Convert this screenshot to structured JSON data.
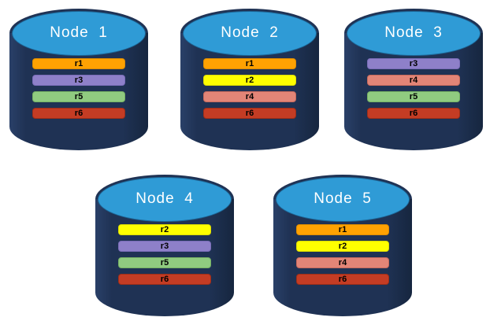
{
  "diagram": {
    "colors": {
      "background": "#FFFFFF",
      "cylinder_body": "#1F3254",
      "cylinder_body_light": "#2A4068",
      "cylinder_body_dark": "#16263F",
      "cylinder_top": "#2F9BD6",
      "title_text": "#FFFFFF",
      "bar_text": "#000000"
    },
    "replica_colors": {
      "r1": {
        "fill": "#FFA202",
        "border": "#DE8C00"
      },
      "r2": {
        "fill": "#FFFF00",
        "border": "#DCDC00"
      },
      "r3": {
        "fill": "#8E80C9",
        "border": "#7A6DB8"
      },
      "r4": {
        "fill": "#E28577",
        "border": "#C66A5C"
      },
      "r5": {
        "fill": "#90CB80",
        "border": "#76B163"
      },
      "r6": {
        "fill": "#C43C24",
        "border": "#9E2E18"
      }
    },
    "nodes": [
      {
        "label": "Node  1",
        "replicas": [
          "r1",
          "r3",
          "r5",
          "r6"
        ]
      },
      {
        "label": "Node  2",
        "replicas": [
          "r1",
          "r2",
          "r4",
          "r6"
        ]
      },
      {
        "label": "Node  3",
        "replicas": [
          "r3",
          "r4",
          "r5",
          "r6"
        ]
      },
      {
        "label": "Node  4",
        "replicas": [
          "r2",
          "r3",
          "r5",
          "r6"
        ]
      },
      {
        "label": "Node  5",
        "replicas": [
          "r1",
          "r2",
          "r4",
          "r6"
        ]
      }
    ]
  }
}
